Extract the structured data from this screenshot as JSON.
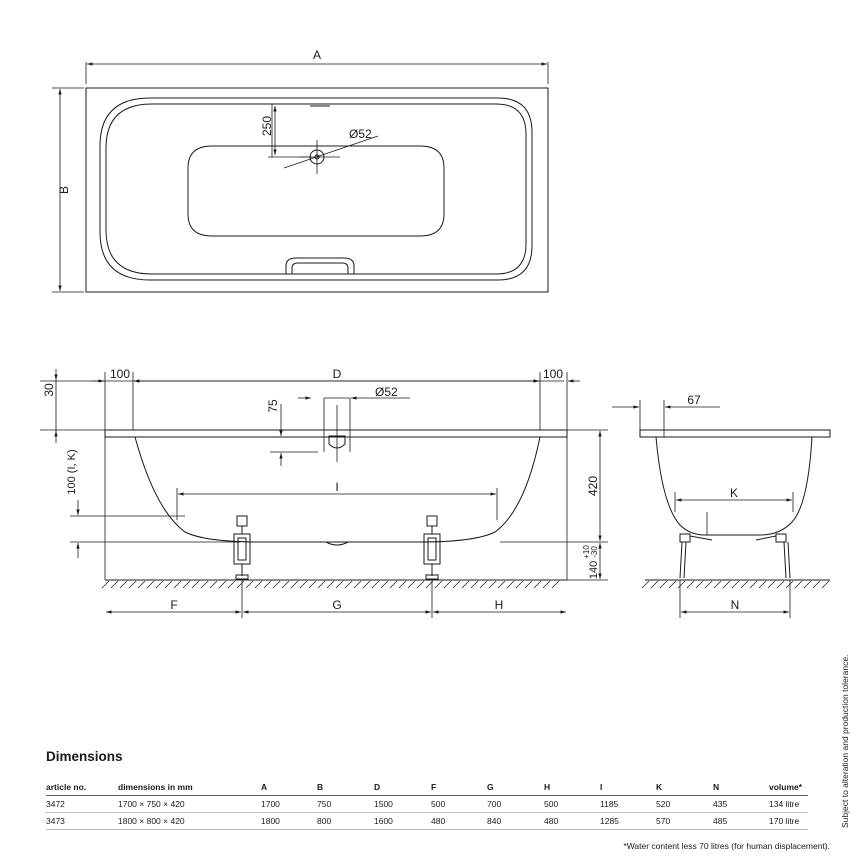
{
  "top_view": {
    "label_a": "A",
    "label_b": "B",
    "label_250": "250",
    "label_dia": "Ø52"
  },
  "side_view": {
    "label_100_left": "100",
    "label_d": "D",
    "label_100_right": "100",
    "label_30": "30",
    "label_75": "75",
    "label_dia": "Ø52",
    "label_100ik": "100 (I, K)",
    "label_i": "I",
    "label_420": "420",
    "label_tol_plus": "+10",
    "label_tol_minus": "-30",
    "label_140": "140",
    "label_f": "F",
    "label_g": "G",
    "label_h": "H"
  },
  "end_view": {
    "label_67": "67",
    "label_k": "K",
    "label_n": "N"
  },
  "dimensions": {
    "title": "Dimensions",
    "headers": [
      "article no.",
      "dimensions in mm",
      "A",
      "B",
      "D",
      "F",
      "G",
      "H",
      "I",
      "K",
      "N",
      "volume*"
    ],
    "rows": [
      [
        "3472",
        "1700 × 750 × 420",
        "1700",
        "750",
        "1500",
        "500",
        "700",
        "500",
        "1185",
        "520",
        "435",
        "134 litre"
      ],
      [
        "3473",
        "1800 × 800 × 420",
        "1800",
        "800",
        "1600",
        "480",
        "840",
        "480",
        "1285",
        "570",
        "485",
        "170 litre"
      ]
    ],
    "footnote": "*Water content less 70 litres (for human displacement).",
    "side_note": "Subject to alteration and production tolerance."
  }
}
